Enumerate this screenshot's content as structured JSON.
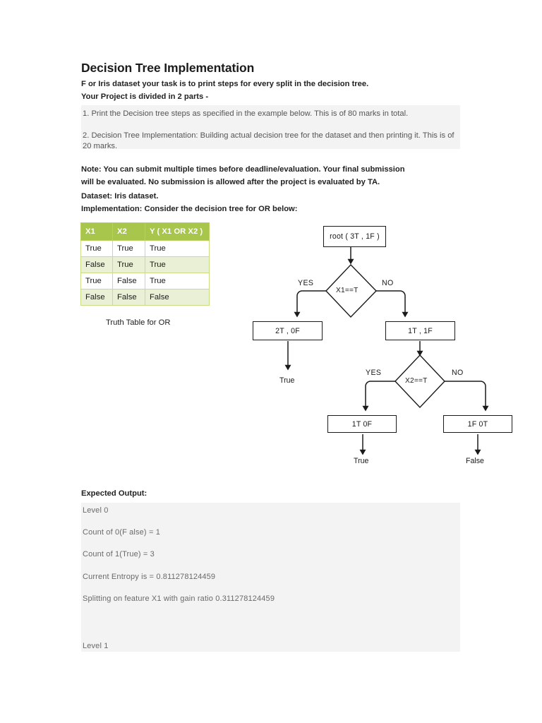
{
  "document": {
    "title": "Decision Tree Implementation",
    "intro_lines": [
      "F or Iris dataset your task is to print steps for every split in the decision tree.",
      "Your Project is divided in 2 parts -"
    ],
    "parts": [
      "1. Print the Decision tree steps as specified in the example below. This is of 80 marks in total.",
      "2. Decision Tree Implementation:  Building actual decision tree for the dataset and then printing it. This is of 20 marks."
    ],
    "notes": [
      "Note: You can submit multiple times before deadline/evaluation. Your final submission",
      "will be evaluated. No submission is allowed after the project is evaluated by TA.",
      "Dataset: Iris dataset.",
      "Implementation: Consider the decision tree for OR below:"
    ]
  },
  "truth_table": {
    "caption": "Truth Table for OR",
    "headers": [
      "X1",
      "X2",
      "Y ( X1 OR X2 )"
    ],
    "rows": [
      [
        "True",
        "True",
        "True"
      ],
      [
        "False",
        "True",
        "True"
      ],
      [
        "True",
        "False",
        "True"
      ],
      [
        "False",
        "False",
        "False"
      ]
    ],
    "header_color": "#a7c64b",
    "alt_row_color": "#eaf0d5",
    "border_color": "#c8dd84"
  },
  "flowchart": {
    "root_node": "root ( 3T , 1F )",
    "decision_1": "X1==T",
    "decision_2": "X2==T",
    "branch_1_yes_label": "YES",
    "branch_1_no_label": "NO",
    "branch_2_yes_label": "YES",
    "branch_2_no_label": "NO",
    "node_left": "2T , 0F",
    "node_right": "1T , 1F",
    "node_leaf_left": "1T 0F",
    "node_leaf_right": "1F 0T",
    "leaf_true_1": "True",
    "leaf_true_2": "True",
    "leaf_false": "False"
  },
  "expected_output": {
    "title": "Expected Output:",
    "lines": [
      "Level  0",
      "Count of  0(F alse)  =  1",
      "Count of  1(True)  =  3",
      "Current Entropy  is =  0.811278124459",
      "Splitting on feature  X1  with gain ratio  0.311278124459",
      "Level  1"
    ]
  }
}
